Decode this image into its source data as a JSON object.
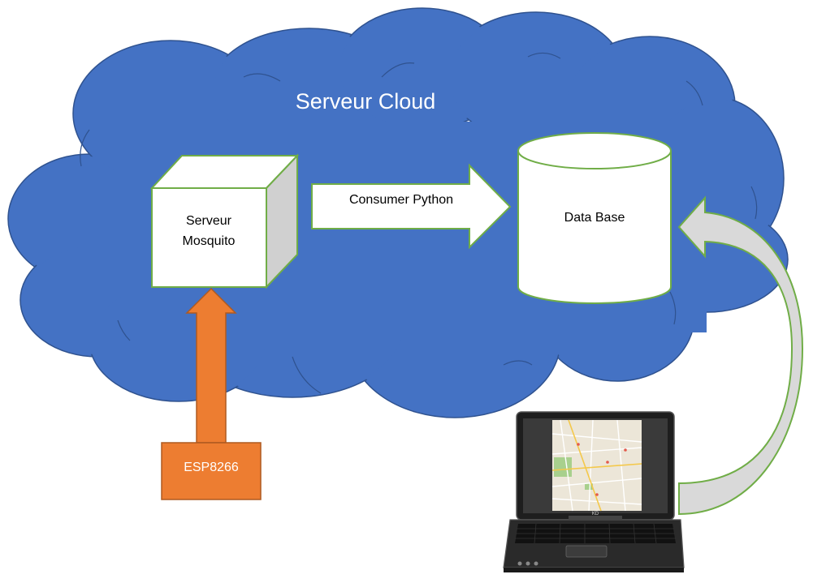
{
  "cloud": {
    "title": "Serveur Cloud"
  },
  "nodes": {
    "mosquitto": {
      "line1": "Serveur",
      "line2": "Mosquito"
    },
    "database": {
      "label": "Data Base"
    },
    "esp": {
      "label": "ESP8266"
    }
  },
  "edges": {
    "consumer": {
      "label": "Consumer Python"
    }
  },
  "laptop": {
    "brand": "KD"
  },
  "colors": {
    "cloud_fill": "#4472C4",
    "cloud_stroke": "#2F528F",
    "node_stroke": "#70AD47",
    "esp_fill": "#ED7D31",
    "esp_stroke": "#AE5A21",
    "cube_side": "#D0D0D0",
    "curved_arrow_fill": "#D9D9D9"
  }
}
